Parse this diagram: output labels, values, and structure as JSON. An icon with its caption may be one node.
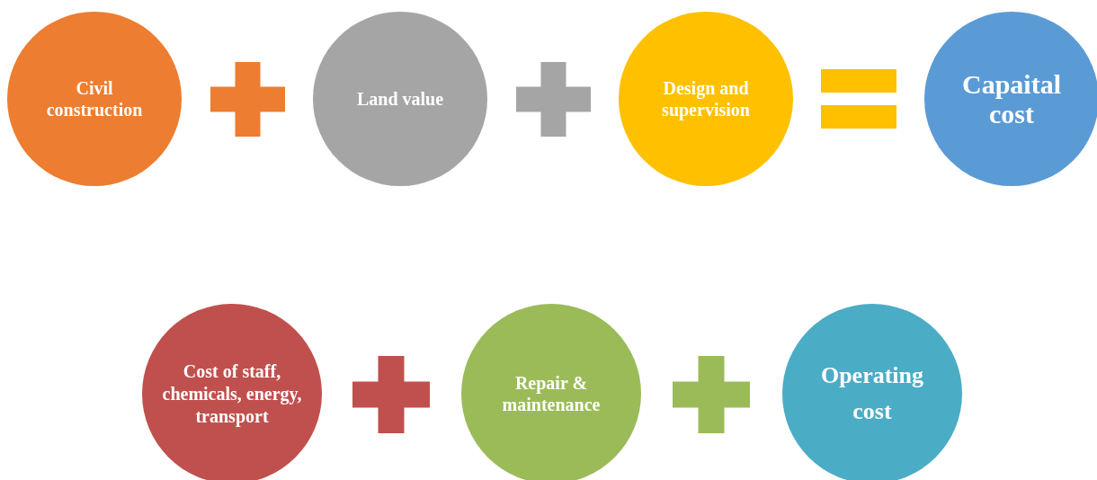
{
  "diagram": {
    "nodes": [
      {
        "text": [
          "Civil construction"
        ]
      },
      {
        "text": [
          "Land value"
        ]
      },
      {
        "text": [
          "Design and supervision"
        ]
      },
      {
        "text": [
          "Capaital cost"
        ]
      },
      {
        "text": [
          "Cost of staff, chemicals, energy, transport"
        ]
      },
      {
        "text": [
          "Repair & maintenance"
        ]
      },
      {
        "text": [
          "Operating cost"
        ]
      }
    ]
  }
}
